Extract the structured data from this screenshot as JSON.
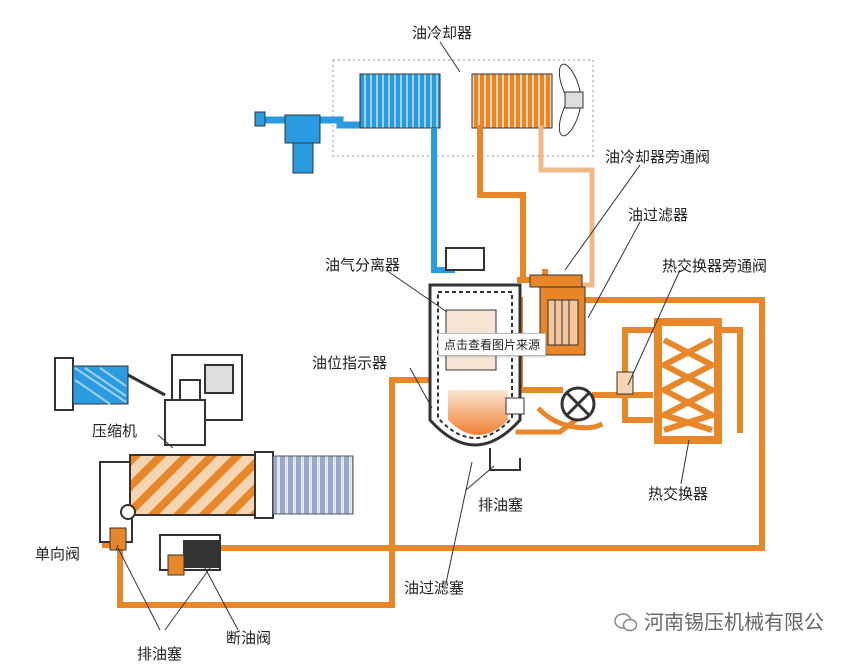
{
  "colors": {
    "oil": "#e8862a",
    "oil_dark": "#c8651a",
    "water": "#2a9be0",
    "outline": "#333333",
    "hatch": "#f2c49a"
  },
  "labels": {
    "oil_cooler": "油冷却器",
    "oil_cooler_bypass_valve": "油冷却器旁通阀",
    "oil_filter": "油过滤器",
    "heat_exchanger_bypass_valve": "热交换器旁通阀",
    "oil_gas_separator": "油气分离器",
    "oil_level_indicator": "油位指示器",
    "compressor": "压缩机",
    "check_valve": "单向阀",
    "drain_plug_right": "排油塞",
    "heat_exchanger": "热交换器",
    "oil_filter_plug": "油过滤塞",
    "oil_cutoff_valve": "断油阀",
    "drain_plug_left": "排油塞"
  },
  "tooltip": "点击查看图片来源",
  "watermark": "河南锡压机械有限公"
}
